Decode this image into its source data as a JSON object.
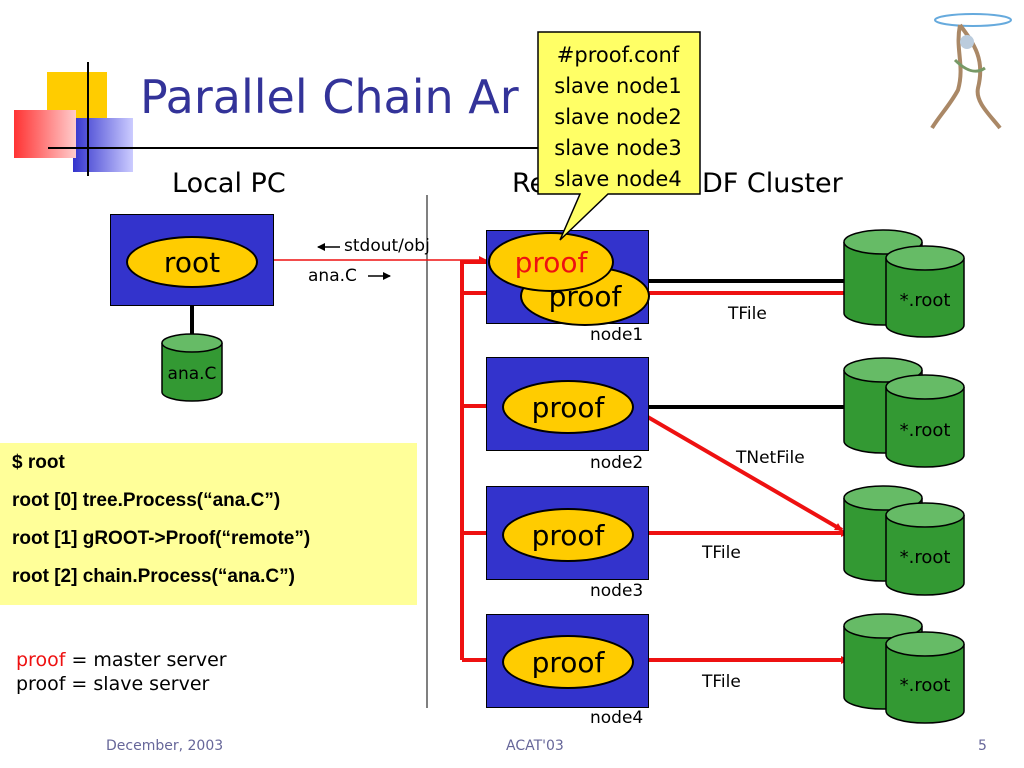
{
  "title": "Parallel Chain Ar",
  "local_heading": "Local PC",
  "remote_heading_left": "Re",
  "remote_heading_right": "DF Cluster",
  "local": {
    "root_label": "root",
    "cylinder_label": "ana.C",
    "stdout_label": "stdout/obj",
    "anac_label": "ana.C"
  },
  "callout": {
    "lines": [
      "#proof.conf",
      "slave node1",
      "slave node2",
      "slave node3",
      "slave node4"
    ]
  },
  "master_label": "proof",
  "nodes": [
    {
      "proof_label": "proof",
      "node_label": "node1",
      "file_label": "*.root",
      "link_label": "TFile"
    },
    {
      "proof_label": "proof",
      "node_label": "node2",
      "file_label": "*.root",
      "link_label": "TNetFile"
    },
    {
      "proof_label": "proof",
      "node_label": "node3",
      "file_label": "*.root",
      "link_label": "TFile"
    },
    {
      "proof_label": "proof",
      "node_label": "node4",
      "file_label": "*.root",
      "link_label": "TFile"
    }
  ],
  "code_lines": [
    "$ root",
    "root [0] tree.Process(“ana.C”)",
    "root [1] gROOT->Proof(“remote”)",
    "root [2] chain.Process(“ana.C”)"
  ],
  "legend": {
    "master_word": "proof",
    "master_rest": " = master server",
    "slave_line": "proof = slave server"
  },
  "footer": {
    "date": "December, 2003",
    "conference": "ACAT'03",
    "page": "5"
  },
  "colors": {
    "title": "#333399",
    "node_box": "#3333cc",
    "ellipse": "#ffcc00",
    "cylinder": "#339933",
    "arrow_red": "#ee1111",
    "code_bg": "#ffff99",
    "callout_bg": "#ffff66"
  }
}
